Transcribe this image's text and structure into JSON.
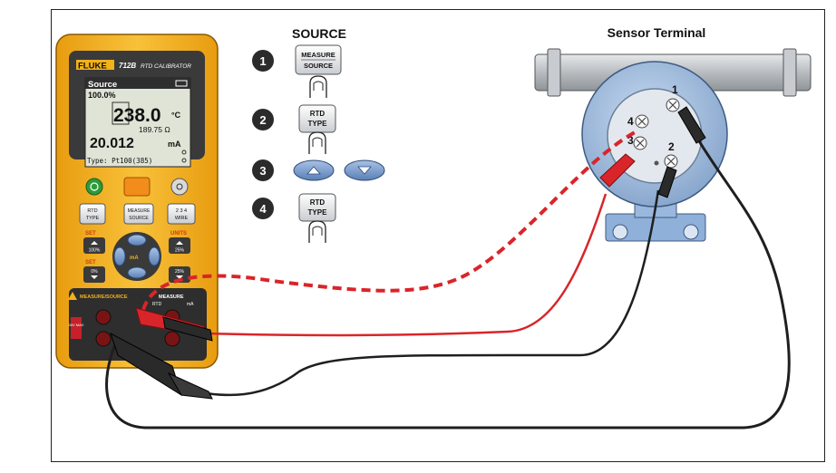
{
  "colors": {
    "calibrator_body": "#f3b11a",
    "calibrator_dark": "#3b3b3b",
    "lcd_bg": "#dfe4d6",
    "sensor_blue": "#a9c6e8",
    "pipe_gray": "#bfc3c7",
    "lead_red": "#d9252a",
    "lead_black": "#1f1f1f",
    "step_circle": "#2b2b2b"
  },
  "source": {
    "title": "SOURCE",
    "steps": [
      {
        "number": "1",
        "lines": [
          "MEASURE",
          "SOURCE"
        ]
      },
      {
        "number": "2",
        "lines": [
          "RTD",
          "TYPE"
        ]
      },
      {
        "number": "3",
        "lines": []
      },
      {
        "number": "4",
        "lines": [
          "RTD",
          "TYPE"
        ]
      }
    ]
  },
  "sensor": {
    "title": "Sensor Terminal",
    "terminals": [
      "1",
      "2",
      "3",
      "4"
    ]
  },
  "calibrator": {
    "brand": "FLUKE",
    "model": "712B",
    "model_sub": "RTD CALIBRATOR",
    "display": {
      "mode": "Source",
      "percent": "100.0%",
      "temperature": "238.0",
      "temp_unit": "°C",
      "resistance": "189.75 Ω",
      "current": "20.012",
      "current_unit": "mA",
      "type_label": "Type: Pt100(385)"
    },
    "buttons": {
      "rtd_type": [
        "RTD",
        "TYPE"
      ],
      "measure_source": [
        "MEASURE",
        "SOURCE"
      ],
      "wire": [
        "2 3 4",
        "WIRE"
      ],
      "set_100": "100%",
      "set_0": "0%",
      "units_25": "25%",
      "units_minus25": "25%",
      "set_label": "SET",
      "units_label": "UNITS",
      "ma_label": "mA"
    },
    "jack_labels": {
      "measure_source": "MEASURE/SOURCE",
      "measure": "MEASURE",
      "rtd": "RTD",
      "ma": "mA",
      "warning": "30V MAX"
    }
  }
}
